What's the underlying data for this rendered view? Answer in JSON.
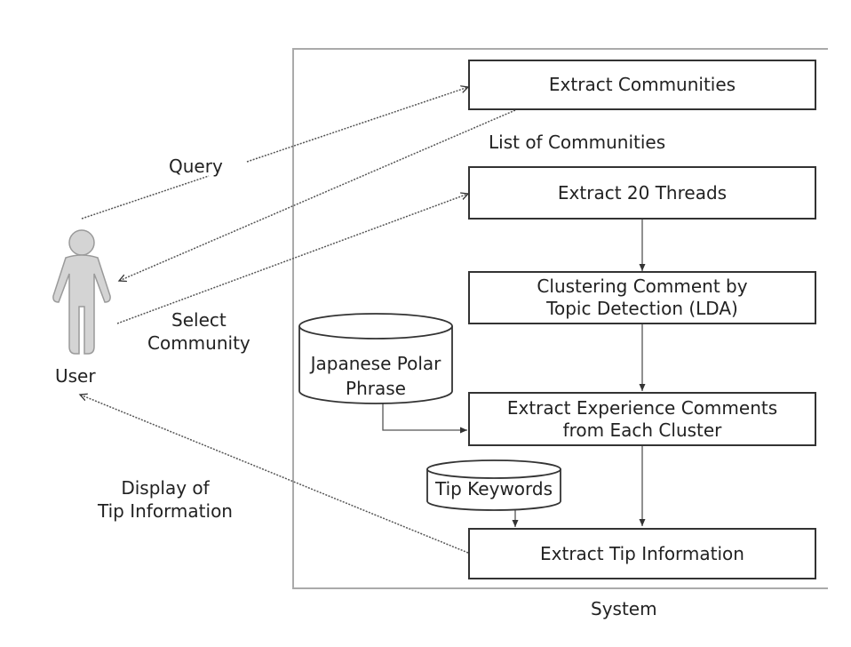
{
  "actor": {
    "label": "User",
    "icon": "person-icon"
  },
  "system": {
    "label": "System"
  },
  "processes": [
    {
      "id": "extract-communities",
      "label": "Extract Communities"
    },
    {
      "id": "extract-threads",
      "label": "Extract 20 Threads"
    },
    {
      "id": "clustering",
      "label": "Clustering Comment by Topic Detection (LDA)",
      "lines": [
        "Clustering Comment by",
        "Topic Detection (LDA)"
      ]
    },
    {
      "id": "extract-experience",
      "label": "Extract Experience Comments from Each Cluster",
      "lines": [
        "Extract Experience Comments",
        "from Each Cluster"
      ]
    },
    {
      "id": "extract-tip",
      "label": "Extract Tip Information"
    }
  ],
  "databases": [
    {
      "id": "japanese-polar-phrase",
      "lines": [
        "Japanese Polar",
        "Phrase"
      ]
    },
    {
      "id": "tip-keywords",
      "lines": [
        "Tip Keywords"
      ]
    }
  ],
  "flows": [
    {
      "from": "User",
      "to": "Extract Communities",
      "label": "Query",
      "style": "dotted"
    },
    {
      "from": "Extract Communities",
      "to": "User",
      "label": "List of Communities",
      "style": "dotted"
    },
    {
      "from": "User",
      "to": "Extract 20 Threads",
      "label": "Select Community",
      "label_lines": [
        "Select",
        "Community"
      ],
      "style": "dotted"
    },
    {
      "from": "Extract Tip Information",
      "to": "User",
      "label": "Display of Tip Information",
      "label_lines": [
        "Display of",
        "Tip Information"
      ],
      "style": "dotted"
    },
    {
      "from": "Extract 20 Threads",
      "to": "Clustering Comment by Topic Detection (LDA)",
      "style": "solid"
    },
    {
      "from": "Clustering Comment by Topic Detection (LDA)",
      "to": "Extract Experience Comments from Each Cluster",
      "style": "solid"
    },
    {
      "from": "Japanese Polar Phrase",
      "to": "Extract Experience Comments from Each Cluster",
      "style": "solid"
    },
    {
      "from": "Extract Experience Comments from Each Cluster",
      "to": "Extract Tip Information",
      "style": "solid"
    },
    {
      "from": "Tip Keywords",
      "to": "Extract Tip Information",
      "style": "solid"
    }
  ]
}
